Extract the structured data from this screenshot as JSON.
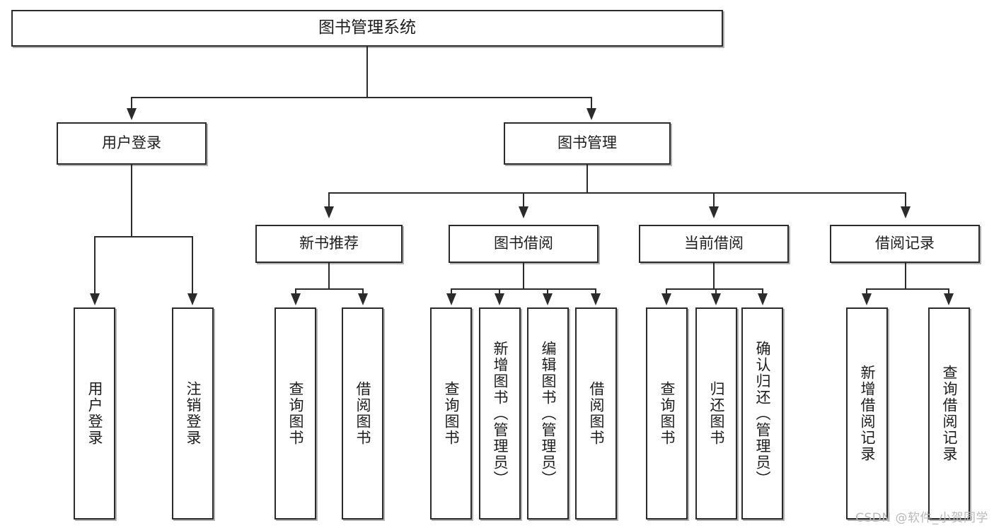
{
  "diagram": {
    "type": "tree-hierarchy",
    "title": "图书管理系统",
    "orientation": "top-down",
    "colors": {
      "stroke": "#2b2b2b",
      "fill": "#ffffff",
      "text": "#1d1d1d",
      "watermark": "#b9b9b9"
    },
    "root": {
      "id": "root",
      "label": "图书管理系统"
    },
    "level1": [
      {
        "id": "user-login",
        "label": "用户登录"
      },
      {
        "id": "book-manage",
        "label": "图书管理"
      }
    ],
    "level2": [
      {
        "id": "new-book-recommend",
        "label": "新书推荐",
        "parent": "book-manage"
      },
      {
        "id": "book-borrow",
        "label": "图书借阅",
        "parent": "book-manage"
      },
      {
        "id": "current-borrow",
        "label": "当前借阅",
        "parent": "book-manage"
      },
      {
        "id": "borrow-record",
        "label": "借阅记录",
        "parent": "book-manage"
      }
    ],
    "leaves": [
      {
        "id": "leaf-user-login",
        "label": "用户登录",
        "parent": "user-login"
      },
      {
        "id": "leaf-user-logout",
        "label": "注销登录",
        "parent": "user-login"
      },
      {
        "id": "leaf-query-book-1",
        "label": "查询图书",
        "parent": "new-book-recommend"
      },
      {
        "id": "leaf-borrow-book-1",
        "label": "借阅图书",
        "parent": "new-book-recommend"
      },
      {
        "id": "leaf-query-book-2",
        "label": "查询图书",
        "parent": "book-borrow"
      },
      {
        "id": "leaf-add-book",
        "label": "新增图书（管理员）",
        "parent": "book-borrow"
      },
      {
        "id": "leaf-edit-book",
        "label": "编辑图书（管理员）",
        "parent": "book-borrow"
      },
      {
        "id": "leaf-borrow-book-2",
        "label": "借阅图书",
        "parent": "book-borrow"
      },
      {
        "id": "leaf-query-book-3",
        "label": "查询图书",
        "parent": "current-borrow"
      },
      {
        "id": "leaf-return-book",
        "label": "归还图书",
        "parent": "current-borrow"
      },
      {
        "id": "leaf-confirm-return",
        "label": "确认归还（管理员）",
        "parent": "current-borrow"
      },
      {
        "id": "leaf-add-record",
        "label": "新增借阅记录",
        "parent": "borrow-record"
      },
      {
        "id": "leaf-query-record",
        "label": "查询借阅记录",
        "parent": "borrow-record"
      }
    ]
  },
  "watermark": {
    "text": "CSDN @软件_小贺同学"
  }
}
